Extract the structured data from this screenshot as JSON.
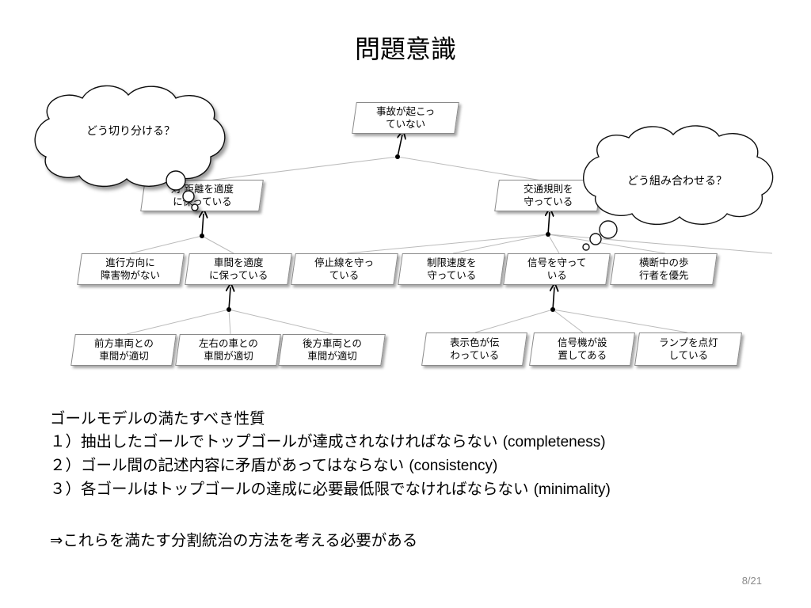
{
  "slide": {
    "title": "問題意識",
    "page_number": "8/21"
  },
  "diagram": {
    "root": {
      "label": "事故が起こっ\nていない"
    },
    "level1": {
      "left": {
        "label": "対 距離を適度\nに保っている"
      },
      "right": {
        "label": "交通規則を\n守っている"
      }
    },
    "level2_left": [
      {
        "label": "進行方向に\n障害物がない"
      },
      {
        "label": "車間を適度\nに保っている"
      }
    ],
    "level2_right": [
      {
        "label": "停止線を守っ\nている"
      },
      {
        "label": "制限速度を\n守っている"
      },
      {
        "label": "信号を守って\nいる"
      },
      {
        "label": "横断中の歩\n行者を優先"
      }
    ],
    "level3_left": [
      {
        "label": "前方車両との\n車間が適切"
      },
      {
        "label": "左右の車との\n車間が適切"
      },
      {
        "label": "後方車両との\n車間が適切"
      }
    ],
    "level3_right": [
      {
        "label": "表示色が伝\nわっている"
      },
      {
        "label": "信号機が設\n置してある"
      },
      {
        "label": "ランプを点灯\nしている"
      }
    ],
    "clouds": {
      "left": "どう切り分ける？",
      "right": "どう組み合わせる？"
    }
  },
  "notes": {
    "heading": "ゴールモデルの満たすべき性質",
    "items": [
      {
        "text": "１）抽出したゴールでトップゴールが達成されなければならない",
        "term": "(completeness)"
      },
      {
        "text": "２）ゴール間の記述内容に矛盾があってはならない",
        "term": "(consistency)"
      },
      {
        "text": "３）各ゴールはトップゴールの達成に必要最低限でなければならない",
        "term": "(minimality)"
      }
    ],
    "conclusion": "⇒これらを満たす分割統治の方法を考える必要がある"
  }
}
